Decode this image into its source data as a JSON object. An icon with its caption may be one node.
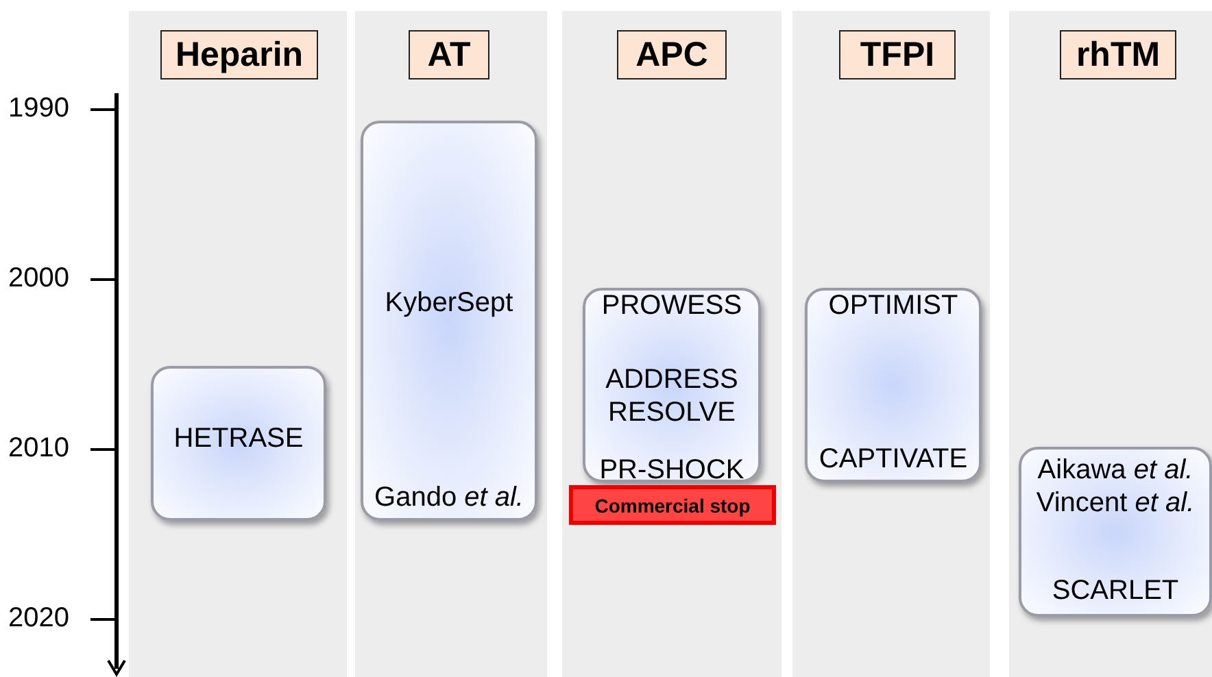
{
  "diagram": {
    "nodes": [
      {
        "text": [
          "Heparin"
        ]
      },
      {
        "text": [
          "AT"
        ]
      },
      {
        "text": [
          "APC"
        ]
      },
      {
        "text": [
          "TFPI"
        ]
      },
      {
        "text": [
          "rhTM"
        ]
      },
      {
        "text": [
          "HETRASE"
        ]
      },
      {
        "text": [
          "KyberSept",
          "Gando *et al.*"
        ]
      },
      {
        "text": [
          "PROWESS",
          "ADDRESS",
          "RESOLVE",
          "PR-SHOCK"
        ]
      },
      {
        "text": [
          "Commercial stop"
        ]
      },
      {
        "text": [
          "OPTIMIST",
          "CAPTIVATE"
        ]
      },
      {
        "text": [
          "Aikawa *et al.*",
          "Vincent *et al.*",
          "SCARLET"
        ]
      }
    ],
    "edges": [],
    "labels": [
      "1990",
      "2000",
      "2010",
      "2020"
    ]
  }
}
